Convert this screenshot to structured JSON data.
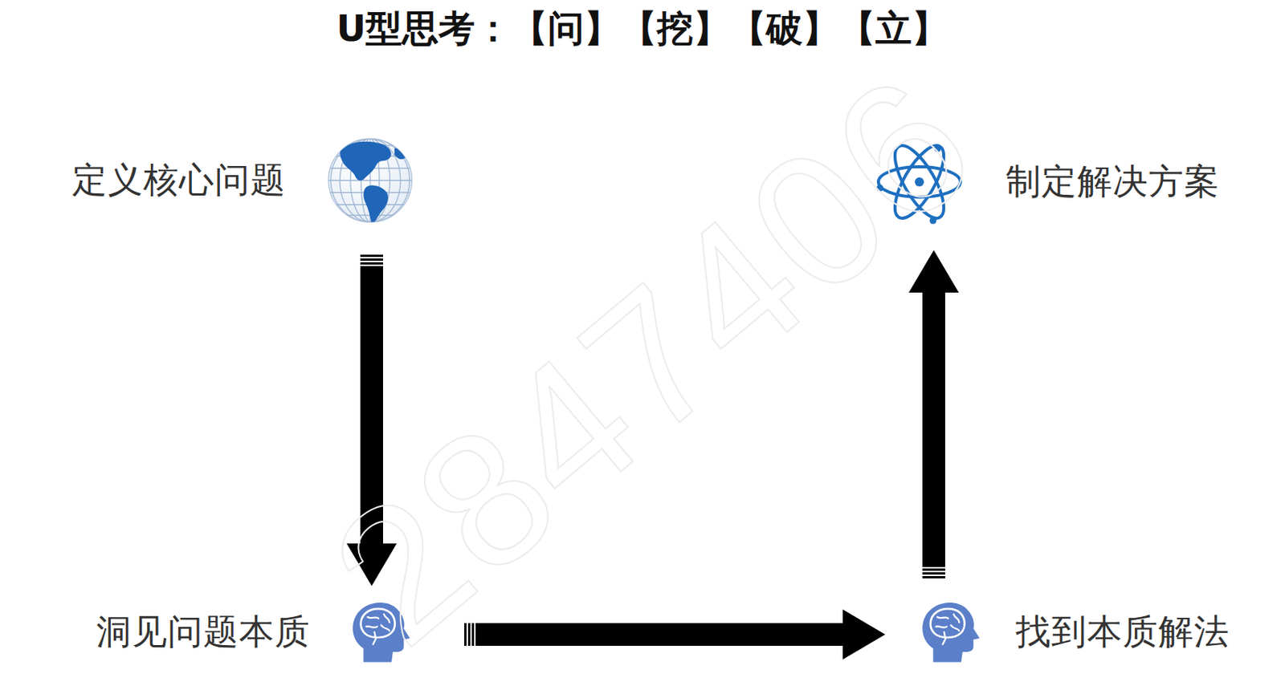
{
  "diagram": {
    "title": "U型思考：【问】【挖】【破】【立】",
    "nodes": [
      {
        "text": [
          "定义核心问题"
        ]
      },
      {
        "text": [
          "洞见问题本质"
        ]
      },
      {
        "text": [
          "找到本质解法"
        ]
      },
      {
        "text": [
          "制定解决方案"
        ]
      }
    ],
    "edges": [
      {
        "from": 0,
        "to": 1,
        "arrow": "to"
      },
      {
        "from": 1,
        "to": 2,
        "arrow": "to"
      },
      {
        "from": 2,
        "to": 3,
        "arrow": "to"
      }
    ],
    "labels": [
      "2847406"
    ]
  }
}
